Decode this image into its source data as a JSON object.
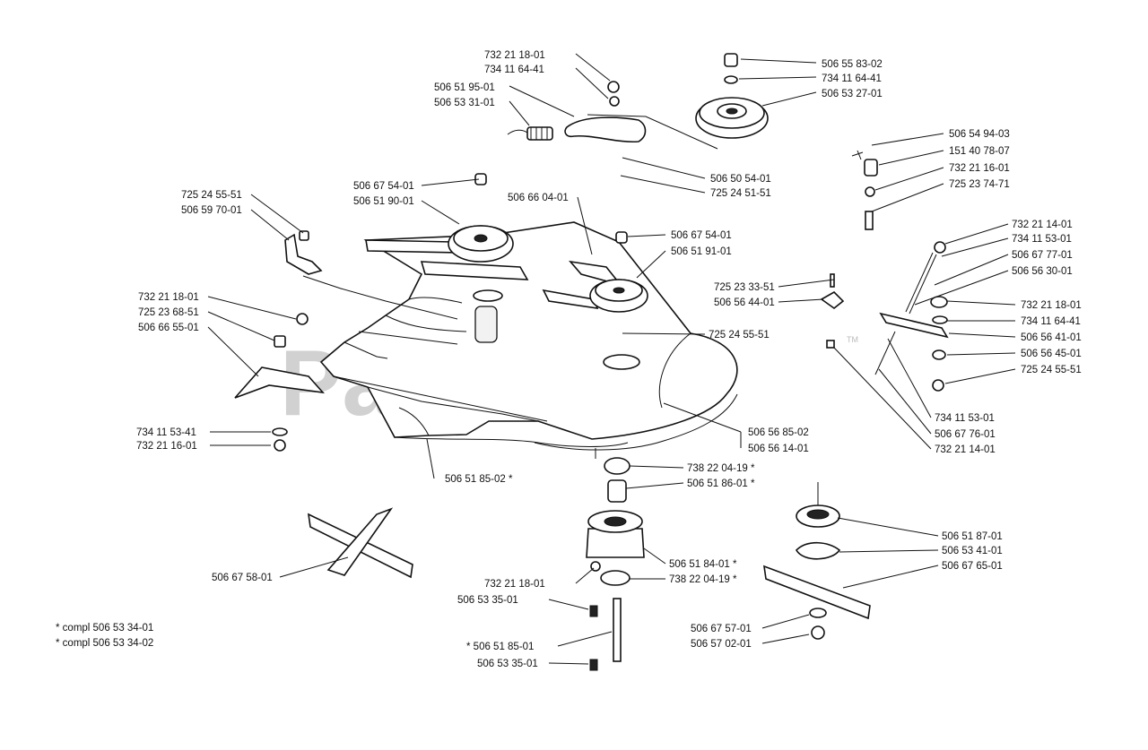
{
  "watermark": "PartsTree",
  "watermark_mark": "TM",
  "labels": [
    "732 21 18-01",
    "734 11 64-41",
    "506 51 95-01",
    "506 53 31-01",
    "506 55 83-02",
    "734 11 64-41",
    "506 53 27-01",
    "506 54 94-03",
    "151 40 78-07",
    "732 21 16-01",
    "725 23 74-71",
    "506 50 54-01",
    "725 24 51-51",
    "506 67 54-01",
    "506 51 90-01",
    "506 66 04-01",
    "725 24 55-51",
    "506 59 70-01",
    "506 67 54-01",
    "506 51 91-01",
    "732 21 14-01",
    "734 11 53-01",
    "506 67 77-01",
    "506 56 30-01",
    "725 23 33-51",
    "506 56 44-01",
    "732 21 18-01",
    "734 11 64-41",
    "506 56 41-01",
    "506 56 45-01",
    "725 24 55-51",
    "732 21 18-01",
    "725 23 68-51",
    "506 66 55-01",
    "725 24 55-51",
    "734 11 53-01",
    "506 67 76-01",
    "732 21 14-01",
    "506 56 85-02",
    "506 56 14-01",
    "734 11 53-41",
    "732 21 16-01",
    "506 51 85-02  *",
    "738 22 04-19  *",
    "506 51 86-01  *",
    "506 51 87-01",
    "506 53 41-01",
    "506 67 65-01",
    "506 67 58-01",
    "732 21 18-01",
    "506 51 84-01  *",
    "738 22 04-19  *",
    "506 53 35-01",
    "506 67 57-01",
    "506 57 02-01",
    "*  506 51 85-01",
    "506 53 35-01"
  ],
  "notes": [
    "*  compl 506 53 34-01",
    "*  compl 506 53 34-02"
  ]
}
